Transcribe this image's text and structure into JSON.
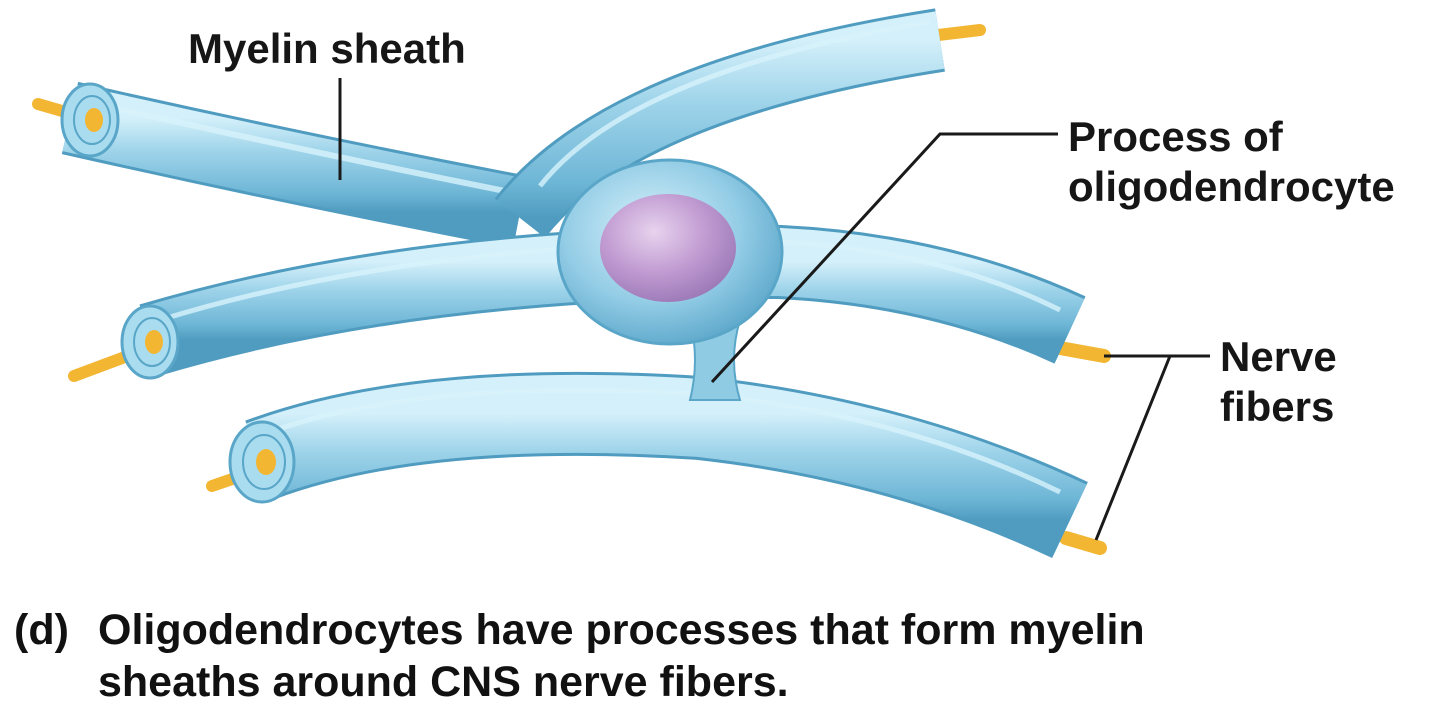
{
  "labels": {
    "myelin_sheath": "Myelin sheath",
    "process": [
      "Process of",
      "oligodendrocyte"
    ],
    "nerve_fibers": [
      "Nerve",
      "fibers"
    ]
  },
  "caption": {
    "letter": "(d)",
    "lines": [
      "Oligodendrocytes have processes that form myelin",
      "sheaths around CNS nerve fibers."
    ]
  },
  "colors": {
    "sheath": "#8fcbe3",
    "sheath_dark": "#5aa6c8",
    "sheath_light": "#c9ebf6",
    "axon": "#f2b632",
    "nucleus": "#b78cc6",
    "leader": "#1a1a1a"
  }
}
